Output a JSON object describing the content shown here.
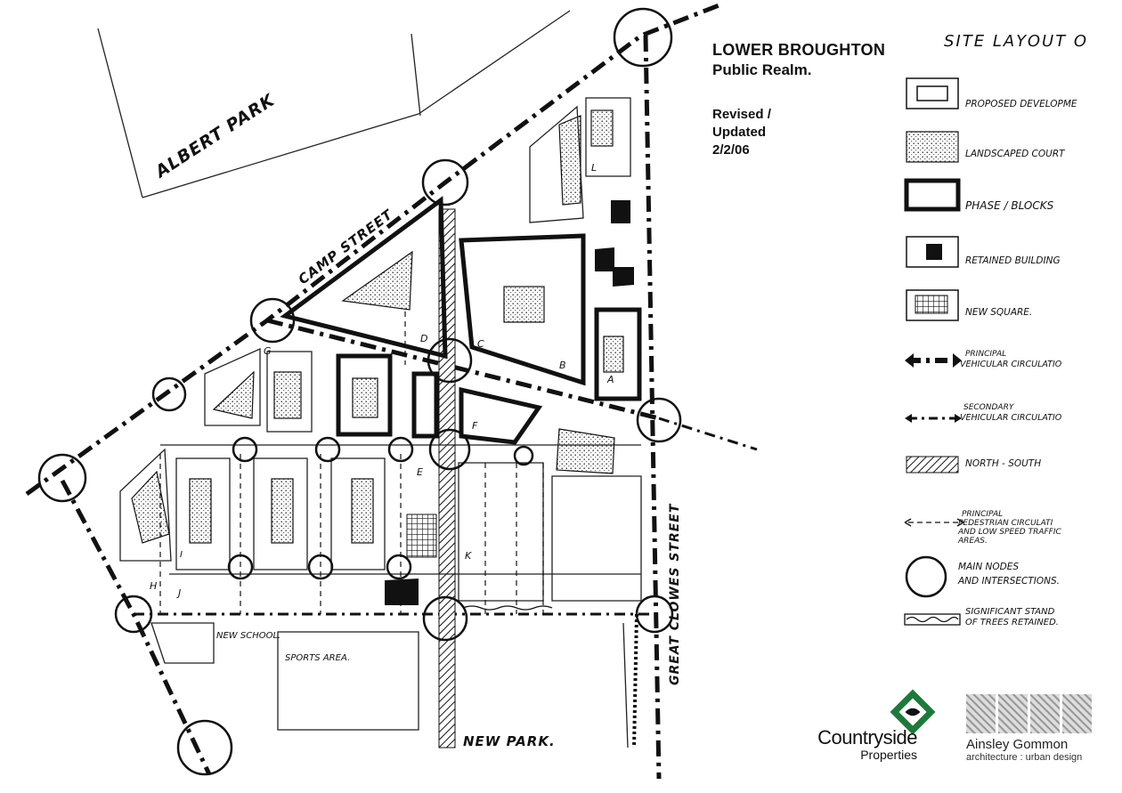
{
  "title": {
    "line1": "LOWER BROUGHTON",
    "line2": "Public Realm.",
    "revised1": "Revised /",
    "revised2": "Updated",
    "date": "2/2/06"
  },
  "legend": {
    "heading": "SITE LAYOUT O",
    "items": [
      {
        "label": "PROPOSED DEVELOPME"
      },
      {
        "label": "LANDSCAPED COURT"
      },
      {
        "label": "PHASE / BLOCKS"
      },
      {
        "label": "RETAINED BUILDING"
      },
      {
        "label": "NEW SQUARE."
      },
      {
        "label": "PRINCIPAL",
        "label2": "VEHICULAR CIRCULATIO"
      },
      {
        "label": "SECONDARY",
        "label2": "VEHICULAR CIRCULATIO"
      },
      {
        "label": "NORTH - SOUTH"
      },
      {
        "label": "PRINCIPAL",
        "label2": "PEDESTRIAN CIRCULATI",
        "label3": "AND LOW SPEED TRAFFIC",
        "label4": "AREAS."
      },
      {
        "label": "MAIN NODES",
        "label2": "AND INTERSECTIONS."
      },
      {
        "label": "SIGNIFICANT STAND",
        "label2": "OF TREES RETAINED."
      }
    ]
  },
  "map_labels": {
    "albert_park": "ALBERT PARK",
    "camp_street": "CAMP STREET",
    "great_clowes_street": "GREAT CLOWES STREET",
    "new_park": "NEW PARK.",
    "new_school": "NEW SCHOOL.",
    "sports_area": "SPORTS AREA.",
    "block_a": "A",
    "block_b": "B",
    "block_c": "C",
    "block_d": "D",
    "block_e": "E",
    "block_f": "F",
    "block_g": "G",
    "block_h": "H",
    "block_i": "I",
    "block_j": "J",
    "block_k": "K",
    "block_l": "L"
  },
  "logos": {
    "countryside_name": "Countryside",
    "countryside_sub": "Properties",
    "ag_name": "Ainsley Gommon",
    "ag_sub": "architecture : urban design"
  },
  "colors": {
    "ink": "#111111",
    "paper": "#ffffff",
    "brand_green": "#1d7a3a"
  }
}
